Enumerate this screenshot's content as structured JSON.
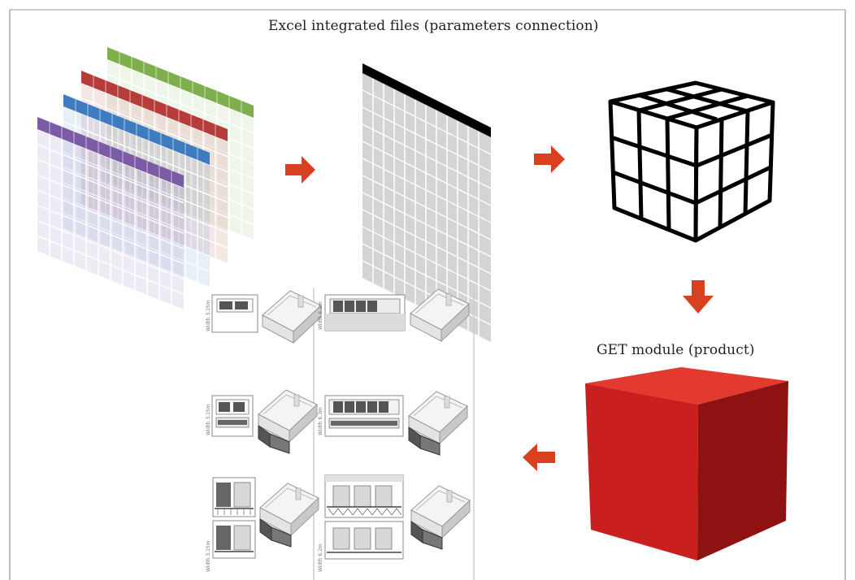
{
  "title": "Excel integrated files (parameters connection)",
  "module_label": "GET module (product)",
  "colors": {
    "sheet_purple": "#7b5aa6",
    "sheet_blue": "#3d7cc0",
    "sheet_red": "#b63c3c",
    "sheet_green": "#7fae4c",
    "merged_sheet_header": "#000000",
    "arrow": "#d9401f",
    "module_cube": "#cc2222"
  },
  "icons": {
    "spreadsheets": "stacked-spreadsheets-icon",
    "merged_sheet": "merged-spreadsheet-icon",
    "grid_cube": "wireframe-grid-cube-icon",
    "module_cube": "solid-red-cube-icon"
  },
  "variant_count": 6
}
